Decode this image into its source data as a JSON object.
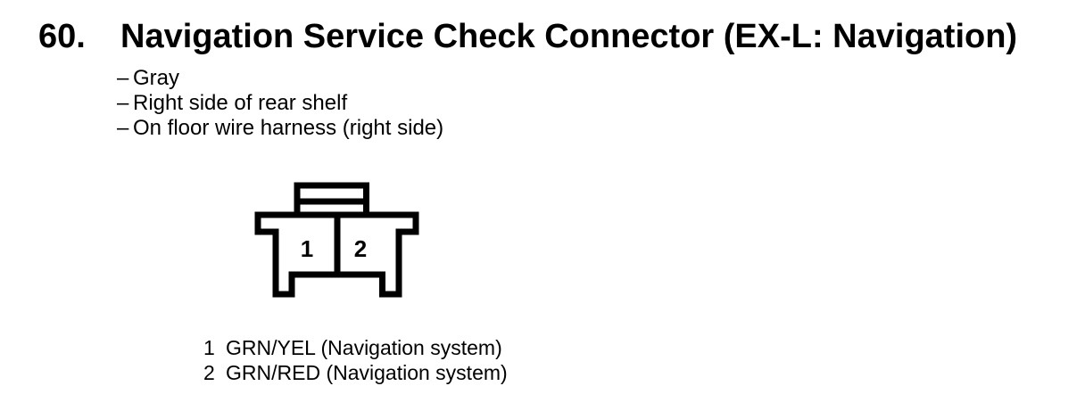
{
  "section": {
    "number": "60.",
    "title": "Navigation Service Check Connector (EX-L: Navigation)",
    "bullet_char": "–",
    "details": [
      "Gray",
      "Right side of rear shelf",
      "On floor wire harness (right side)"
    ]
  },
  "connector": {
    "pins": [
      "1",
      "2"
    ],
    "legend": [
      {
        "pin": "1",
        "label": "GRN/YEL (Navigation system)"
      },
      {
        "pin": "2",
        "label": "GRN/RED (Navigation system)"
      }
    ]
  },
  "colors": {
    "ink": "#000000",
    "paper": "#ffffff"
  }
}
